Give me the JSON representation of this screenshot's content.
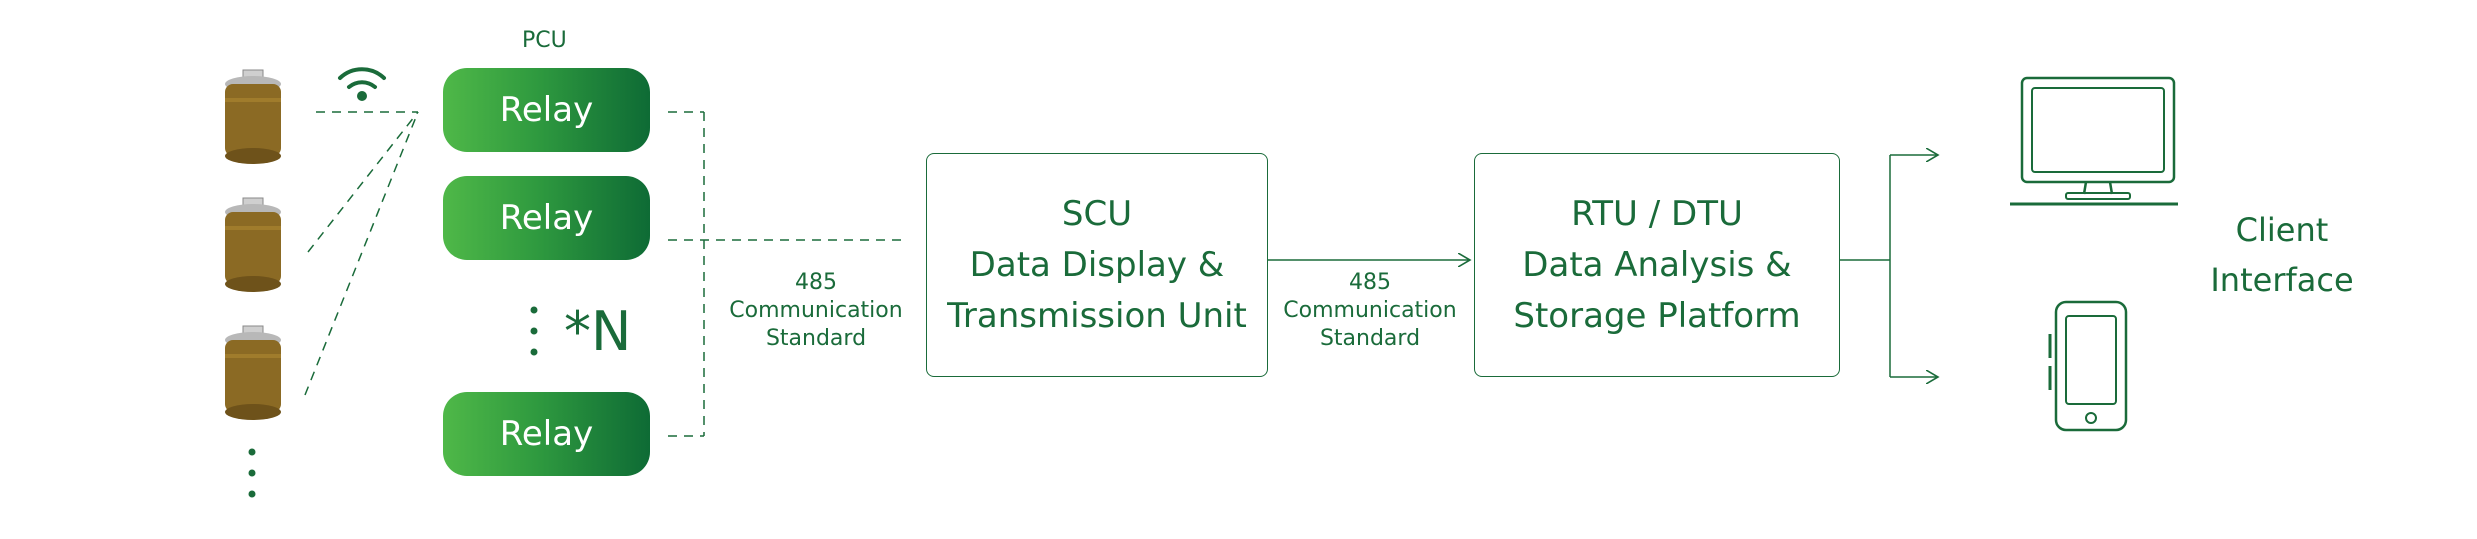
{
  "pcu_label": "PCU",
  "relays": [
    "Relay",
    "Relay",
    "Relay"
  ],
  "multiplier": "*N",
  "link_left": [
    "485",
    "Communication",
    "Standard"
  ],
  "link_right": [
    "485",
    "Communication",
    "Standard"
  ],
  "scu": {
    "lines": [
      "SCU",
      "Data Display &",
      "Transmission Unit"
    ]
  },
  "rtu": {
    "lines": [
      "RTU / DTU",
      "Data Analysis &",
      "Storage Platform"
    ]
  },
  "client": {
    "lines": [
      "Client",
      "Interface"
    ]
  },
  "icons": [
    "sensor-icon",
    "wifi-icon",
    "monitor-icon",
    "phone-icon"
  ],
  "colors": {
    "primary": "#1a6b3a",
    "relay_light": "#4fb848",
    "relay_dark": "#0e6b35",
    "sensor": "#8b6a24"
  }
}
